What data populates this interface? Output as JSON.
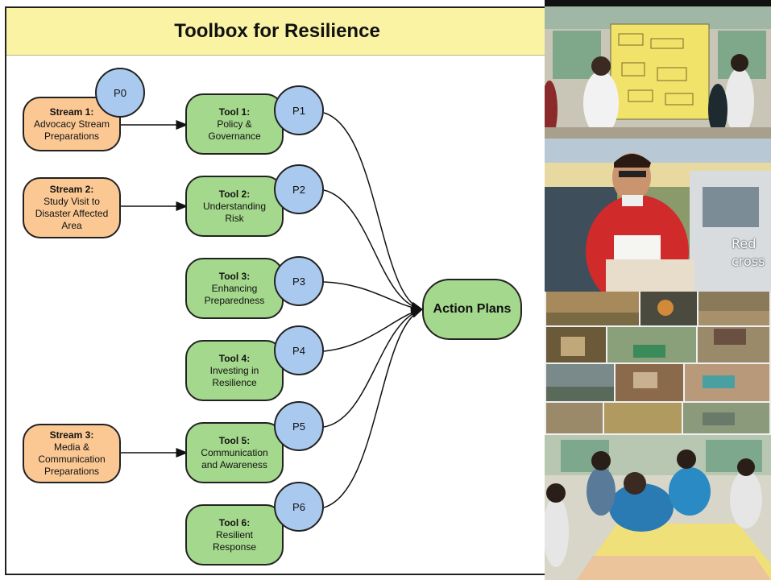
{
  "title": "Toolbox for Resilience",
  "streams": [
    {
      "head": "Stream 1:",
      "body": "Advocacy Stream Preparations"
    },
    {
      "head": "Stream 2:",
      "body": "Study Visit to Disaster Affected Area"
    },
    {
      "head": "Stream 3:",
      "body": "Media & Communication Preparations"
    }
  ],
  "p0": "P0",
  "tools": [
    {
      "head": "Tool 1:",
      "body": "Policy & Governance",
      "p": "P1"
    },
    {
      "head": "Tool 2:",
      "body": "Understanding Risk",
      "p": "P2"
    },
    {
      "head": "Tool 3:",
      "body": "Enhancing Preparedness",
      "p": "P3"
    },
    {
      "head": "Tool 4:",
      "body": "Investing in Resilience",
      "p": "P4"
    },
    {
      "head": "Tool 5:",
      "body": "Communication and Awareness",
      "p": "P5"
    },
    {
      "head": "Tool 6:",
      "body": "Resilient Response",
      "p": "P6"
    }
  ],
  "action": "Action Plans",
  "photo_caption": "Red cross",
  "colors": {
    "title_bg": "#fbf3a4",
    "stream": "#fbc894",
    "tool": "#a4d88c",
    "p_circle": "#a9c9ef"
  }
}
